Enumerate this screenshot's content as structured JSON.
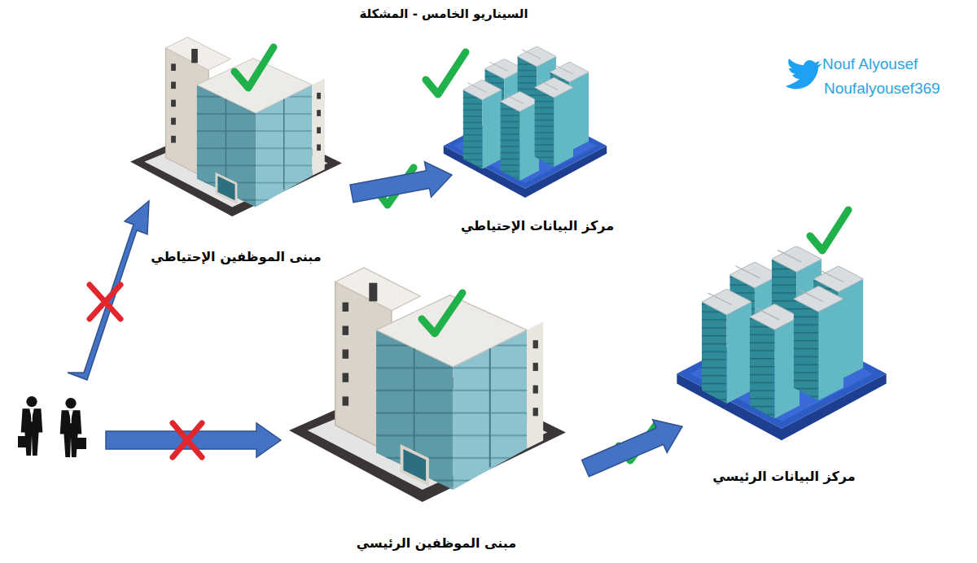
{
  "diagram": {
    "title": "السيناريو الخامس - المشكلة",
    "nodes": [
      {
        "text": [
          "مبنى الموظفين الإحتياطي"
        ]
      },
      {
        "text": [
          "مركز البيانات الإحتياطي"
        ]
      },
      {
        "text": [
          "مبنى الموظفين الرئيسي"
        ]
      },
      {
        "text": [
          "مركز البيانات الرئيسي"
        ]
      }
    ],
    "edges": [
      {
        "from": 0,
        "to": 1,
        "arrow": "to"
      },
      {
        "from": 2,
        "to": 3,
        "arrow": "to"
      }
    ],
    "labels": [
      "Nouf Alyousef",
      "Noufalyousef369"
    ]
  }
}
